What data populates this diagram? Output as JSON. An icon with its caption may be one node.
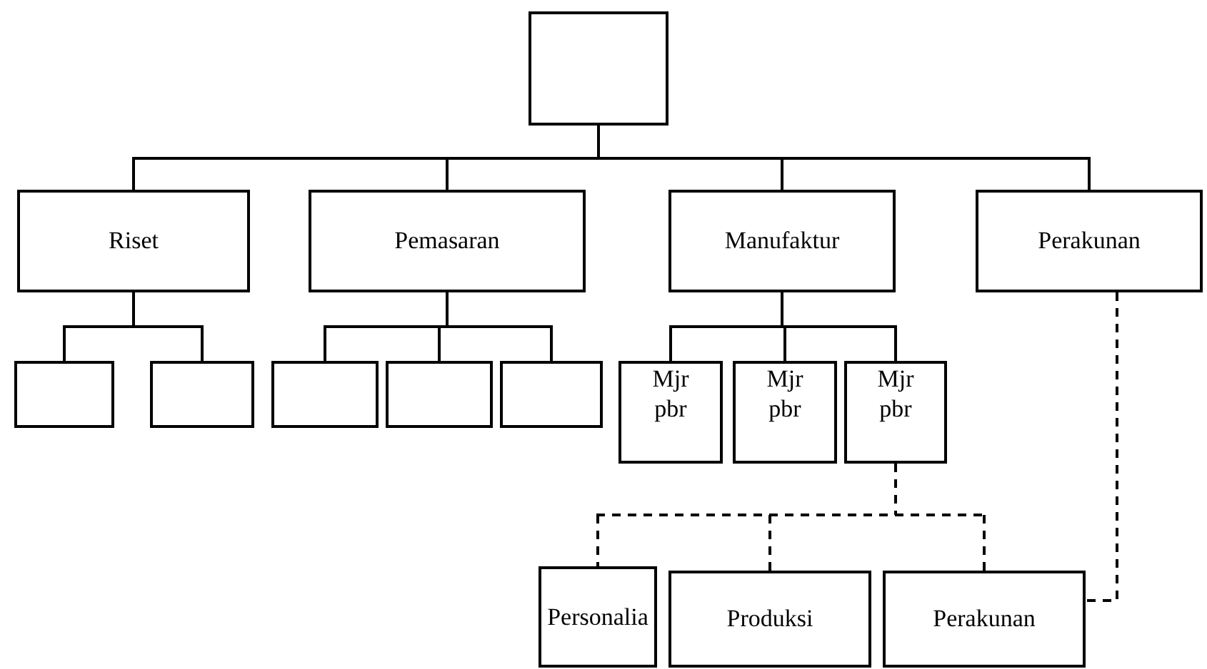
{
  "diagram": {
    "nodes": [
      {
        "text": [],
        "shape": "box"
      },
      {
        "text": [
          "Riset"
        ]
      },
      {
        "text": [
          "Pemasaran"
        ]
      },
      {
        "text": [
          "Manufaktur"
        ]
      },
      {
        "text": [
          "Perakunan"
        ]
      },
      {
        "text": [],
        "shape": "box"
      },
      {
        "text": [],
        "shape": "box"
      },
      {
        "text": [],
        "shape": "box"
      },
      {
        "text": [],
        "shape": "box"
      },
      {
        "text": [],
        "shape": "box"
      },
      {
        "text": [
          "Mjr pbr"
        ]
      },
      {
        "text": [
          "Mjr pbr"
        ]
      },
      {
        "text": [
          "Mjr pbr"
        ]
      },
      {
        "text": [
          "Personalia"
        ]
      },
      {
        "text": [
          "Produksi"
        ]
      },
      {
        "text": [
          "Perakunan"
        ]
      }
    ],
    "edges": [
      {
        "from": 0,
        "to": 1,
        "arrow": "none"
      },
      {
        "from": 0,
        "to": 2,
        "arrow": "none"
      },
      {
        "from": 0,
        "to": 3,
        "arrow": "none"
      },
      {
        "from": 0,
        "to": 4,
        "arrow": "none"
      },
      {
        "from": 1,
        "to": 5,
        "arrow": "none"
      },
      {
        "from": 1,
        "to": 6,
        "arrow": "none"
      },
      {
        "from": 2,
        "to": 7,
        "arrow": "none"
      },
      {
        "from": 2,
        "to": 8,
        "arrow": "none"
      },
      {
        "from": 2,
        "to": 9,
        "arrow": "none"
      },
      {
        "from": 3,
        "to": 10,
        "arrow": "none"
      },
      {
        "from": 3,
        "to": 11,
        "arrow": "none"
      },
      {
        "from": 3,
        "to": 12,
        "arrow": "none"
      },
      {
        "from": 12,
        "to": 13,
        "arrow": "none",
        "style": "dashed"
      },
      {
        "from": 12,
        "to": 14,
        "arrow": "none",
        "style": "dashed"
      },
      {
        "from": 12,
        "to": 15,
        "arrow": "none",
        "style": "dashed"
      },
      {
        "from": 4,
        "to": 15,
        "arrow": "none",
        "style": "dashed"
      }
    ]
  }
}
